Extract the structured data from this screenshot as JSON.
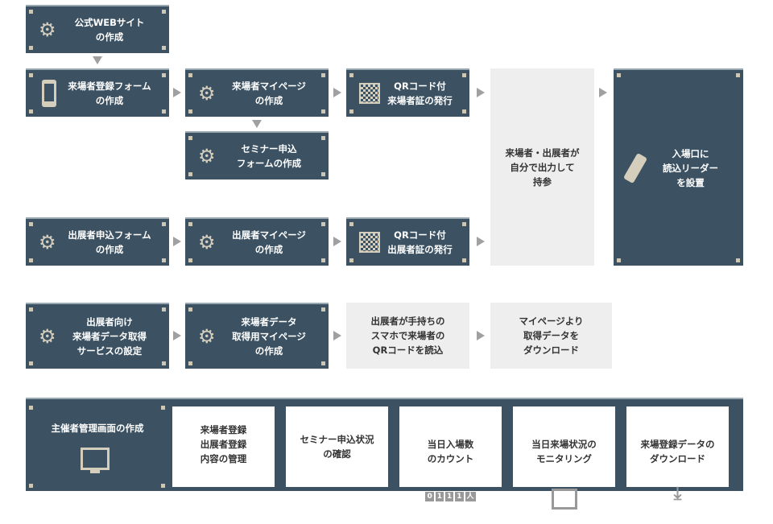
{
  "boxes": {
    "web": "公式WEBサイト\nの作成",
    "visitor_form": "来場者登録フォーム\nの作成",
    "visitor_mypage": "来場者マイページ\nの作成",
    "visitor_qr": "QRコード付\n来場者証の発行",
    "seminar_form": "セミナー申込\nフォームの作成",
    "exhibitor_form": "出展者申込フォーム\nの作成",
    "exhibitor_mypage": "出展者マイページ\nの作成",
    "exhibitor_qr": "QRコード付\n出展者証の発行",
    "print": "来場者・出展者が\n自分で出力して\n持参",
    "reader": "入場口に\n読込リーダー\nを設置",
    "service": "出展者向け\n来場者データ取得\nサービスの設定",
    "data_mypage": "来場者データ\n取得用マイページ\nの作成",
    "scan": "出展者が手持ちの\nスマホで来場者の\nQRコードを読込",
    "download": "マイページより\n取得データを\nダウンロード"
  },
  "admin": {
    "title": "主催者管理画面の作成",
    "items": [
      "来場者登録\n出展者登録\n内容の管理",
      "セミナー申込状況\nの確認",
      "当日入場数\nのカウント",
      "当日来場状況の\nモニタリング",
      "来場登録データの\nダウンロード"
    ],
    "counter_digits": [
      "0",
      "1",
      "1",
      "1",
      "人"
    ]
  }
}
